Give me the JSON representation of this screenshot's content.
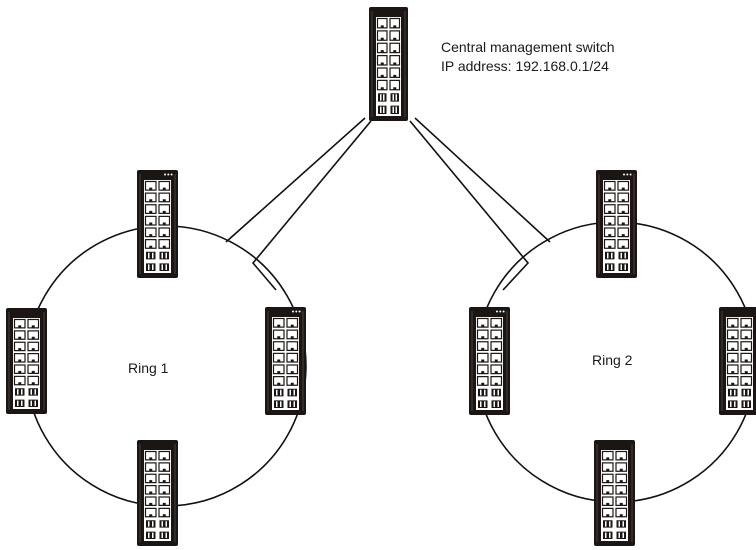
{
  "central_switch": {
    "title": "Central management switch",
    "ip": "IP address: 192.168.0.1/24"
  },
  "rings": [
    {
      "label": "Ring 1"
    },
    {
      "label": "Ring 2"
    }
  ],
  "colors": {
    "line": "#111111",
    "switch_body": "#1b1613",
    "switch_panel": "#ffffff",
    "port": "#1b1613"
  },
  "icons": {
    "switch": "industrial-ethernet-switch-icon"
  }
}
